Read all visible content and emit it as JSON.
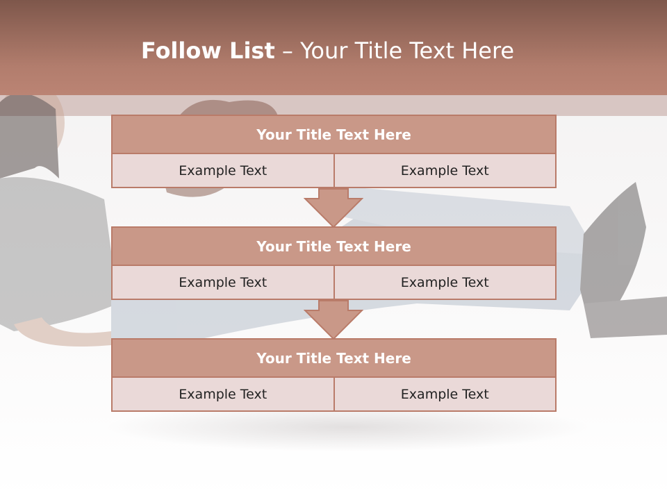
{
  "slide": {
    "title_bold": "Follow List",
    "title_rest": " – Your Title Text Here"
  },
  "steps": [
    {
      "title": "Your Title Text Here",
      "left": "Example Text",
      "right": "Example Text"
    },
    {
      "title": "Your Title Text Here",
      "left": "Example Text",
      "right": "Example Text"
    },
    {
      "title": "Your Title Text Here",
      "left": "Example Text",
      "right": "Example Text"
    }
  ],
  "colors": {
    "header_dark": "#7e574b",
    "header_light": "#bb8474",
    "block_title_fill": "#c99888",
    "block_border": "#b97b69",
    "cell_fill": "#ead9d8"
  }
}
